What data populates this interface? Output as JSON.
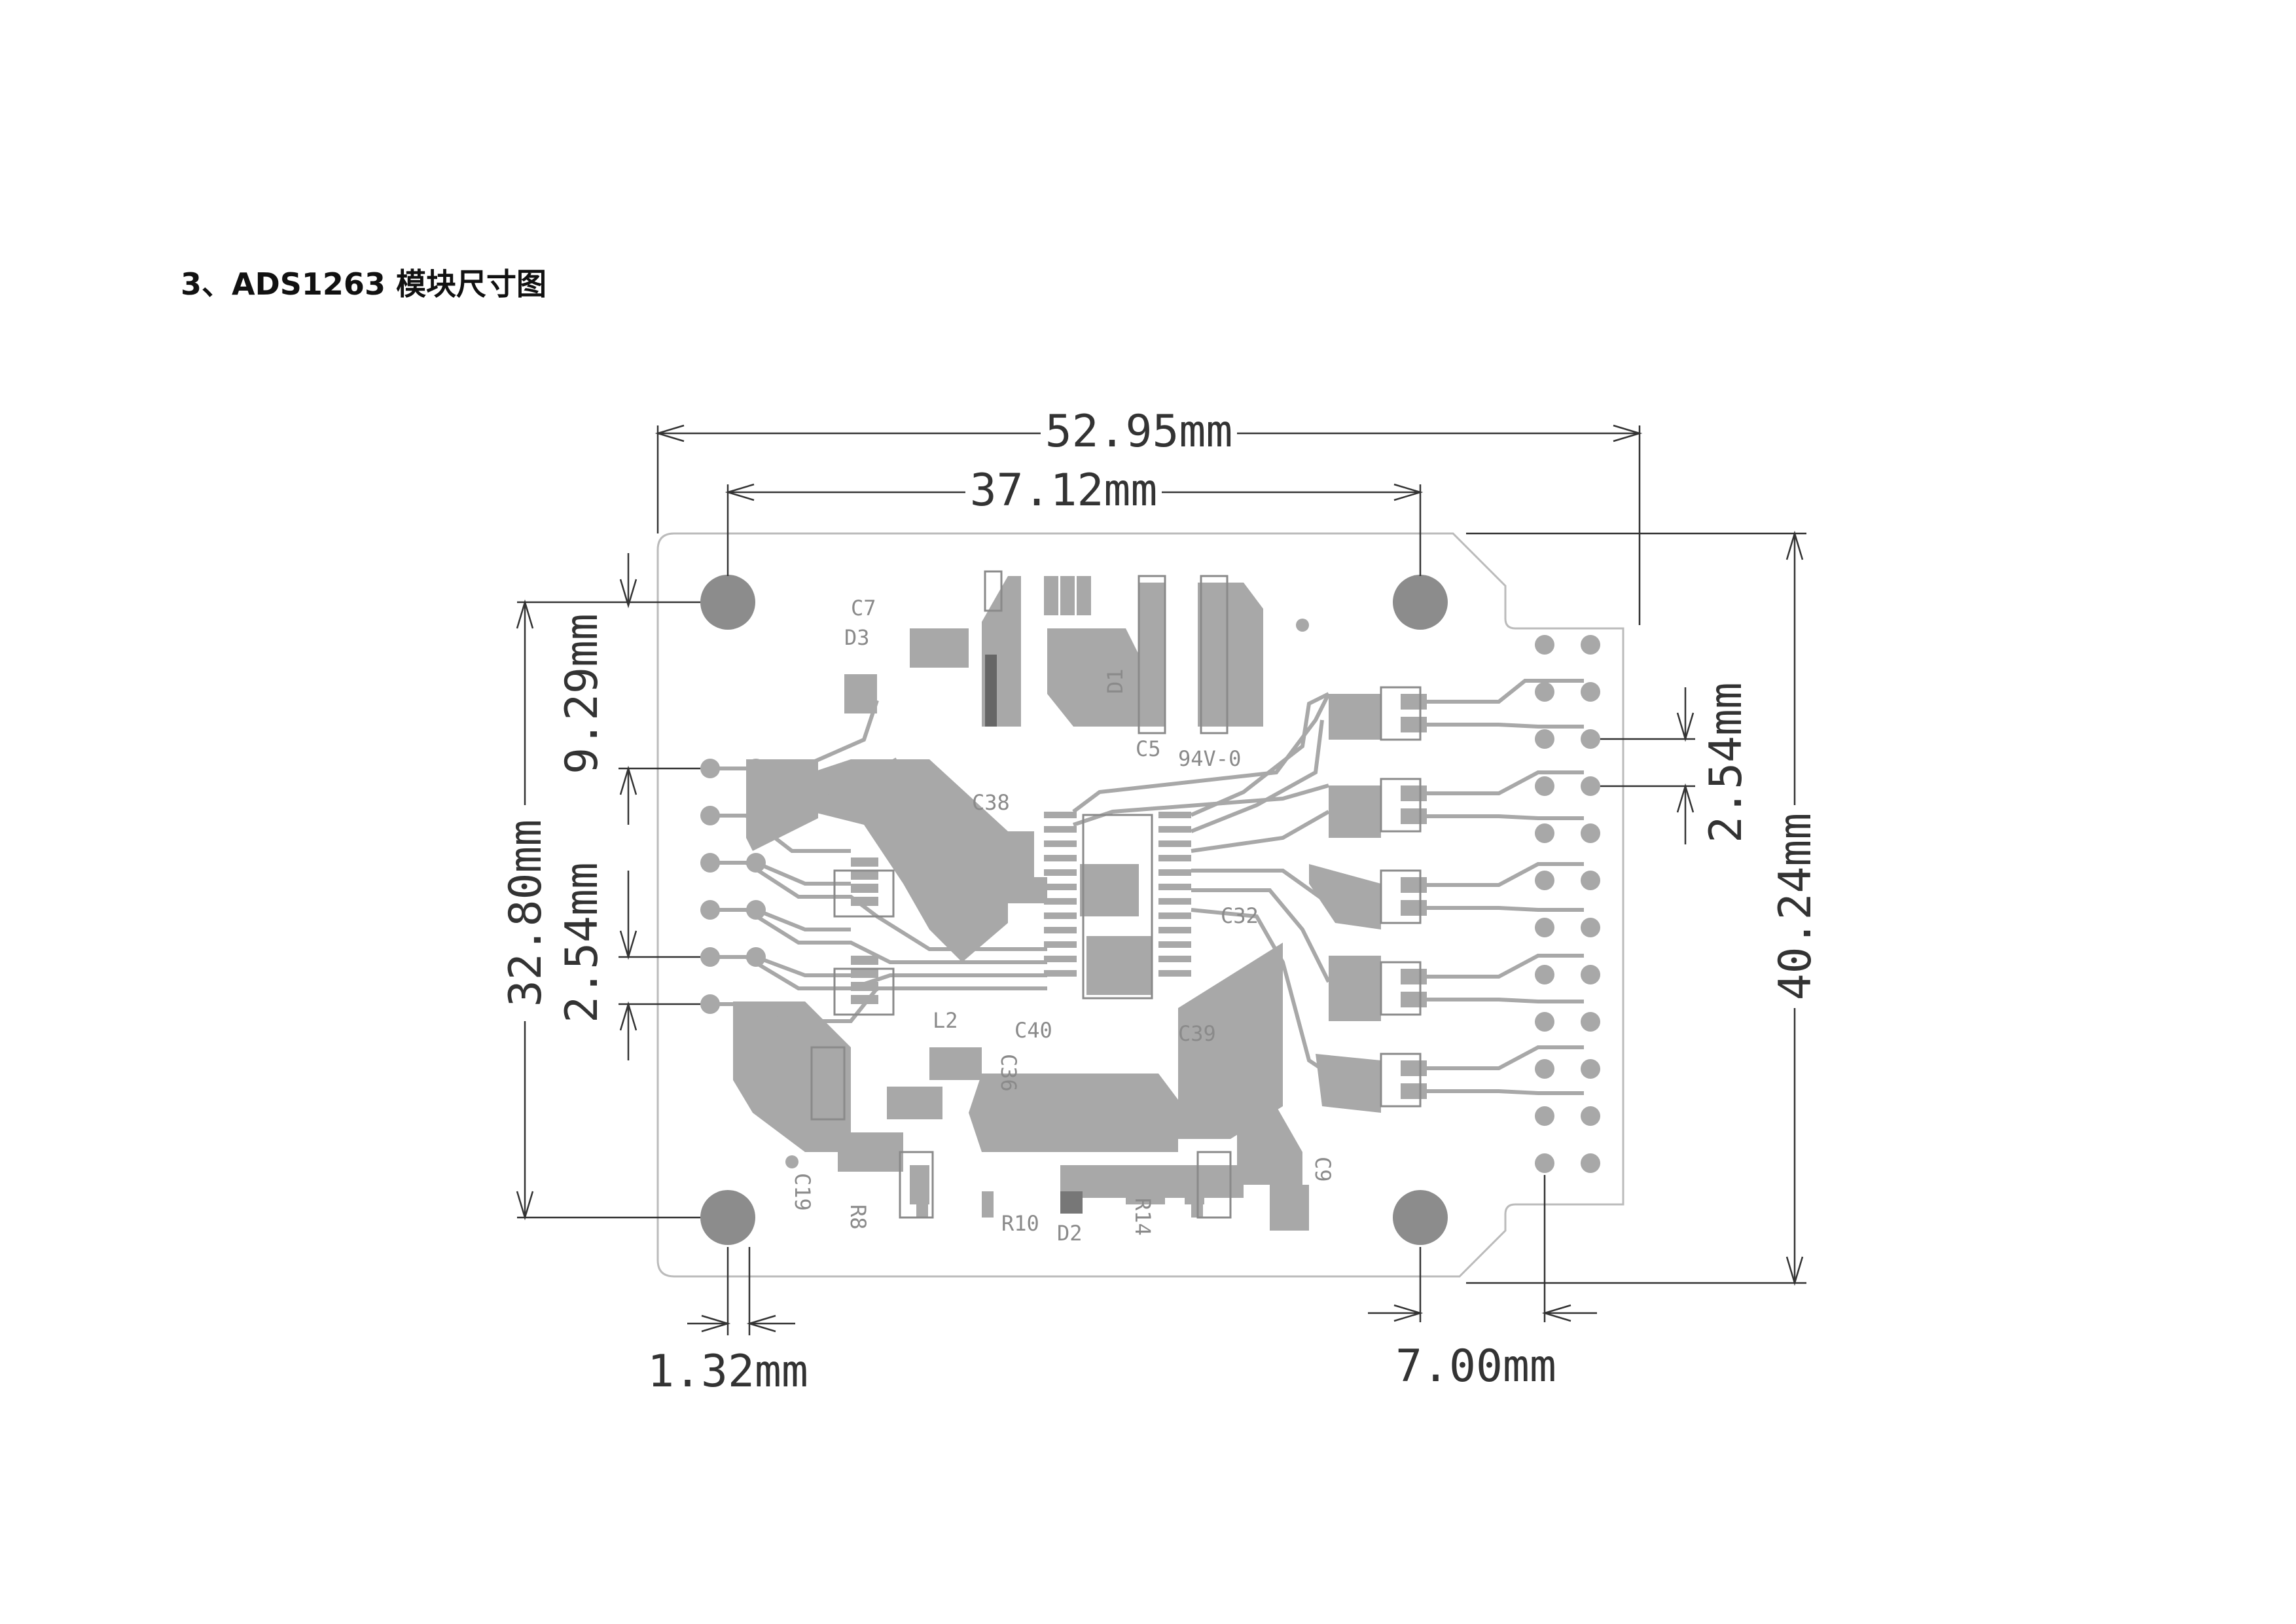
{
  "heading": "3、ADS1263 模块尺寸图",
  "colors": {
    "pad": "#a8a8a8",
    "hole": "#8c8c8c",
    "outline": "#bbbbbb",
    "dimension_line": "#333333",
    "silkscreen": "#8a8a8a"
  },
  "dimensions": {
    "overall_width": "52.95mm",
    "hole_spacing_x": "37.12mm",
    "hole_spacing_y": "32.80mm",
    "overall_height": "40.24mm",
    "top_offset": "9.29mm",
    "pin_pitch_left": "2.54mm",
    "pin_pitch_right": "2.54mm",
    "hole_edge_offset": "1.32mm",
    "header_offset": "7.00mm"
  },
  "labels": [
    "C7",
    "D3",
    "D1",
    "C5",
    "94V-0",
    "C38",
    "C32",
    "L2",
    "C40",
    "C36",
    "C39",
    "C19",
    "R8",
    "R10",
    "D2",
    "R14",
    "C9"
  ]
}
